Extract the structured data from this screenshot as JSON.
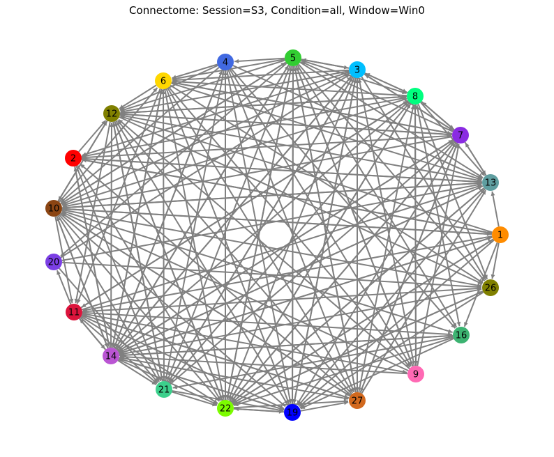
{
  "title": "Connectome: Session=S3, Condition=all, Window=Win0",
  "edge_color": "#808080",
  "nodes": [
    {
      "id": "1",
      "color": "#ff8c00"
    },
    {
      "id": "2",
      "color": "#ff0000"
    },
    {
      "id": "3",
      "color": "#00bfff"
    },
    {
      "id": "4",
      "color": "#4169e1"
    },
    {
      "id": "5",
      "color": "#32cd32"
    },
    {
      "id": "6",
      "color": "#ffd700"
    },
    {
      "id": "7",
      "color": "#8a2be2"
    },
    {
      "id": "8",
      "color": "#00ff7f"
    },
    {
      "id": "9",
      "color": "#ff69b4"
    },
    {
      "id": "10",
      "color": "#8b4513"
    },
    {
      "id": "11",
      "color": "#dc143c"
    },
    {
      "id": "12",
      "color": "#808000"
    },
    {
      "id": "13",
      "color": "#5f9ea0"
    },
    {
      "id": "14",
      "color": "#ba55d3"
    },
    {
      "id": "16",
      "color": "#3cb371"
    },
    {
      "id": "19",
      "color": "#0000ff"
    },
    {
      "id": "20",
      "color": "#7b3fe4"
    },
    {
      "id": "21",
      "color": "#3cd08c"
    },
    {
      "id": "22",
      "color": "#7cfc00"
    },
    {
      "id": "26",
      "color": "#808000"
    },
    {
      "id": "27",
      "color": "#d2691e"
    }
  ],
  "edges": [
    [
      "1",
      "13"
    ],
    [
      "1",
      "26"
    ],
    [
      "1",
      "16"
    ],
    [
      "1",
      "22"
    ],
    [
      "1",
      "19"
    ],
    [
      "1",
      "11"
    ],
    [
      "1",
      "10"
    ],
    [
      "1",
      "2"
    ],
    [
      "1",
      "14"
    ],
    [
      "1",
      "12"
    ],
    [
      "2",
      "12"
    ],
    [
      "2",
      "13"
    ],
    [
      "2",
      "7"
    ],
    [
      "2",
      "8"
    ],
    [
      "2",
      "21"
    ],
    [
      "2",
      "22"
    ],
    [
      "2",
      "14"
    ],
    [
      "2",
      "1"
    ],
    [
      "3",
      "5"
    ],
    [
      "3",
      "6"
    ],
    [
      "3",
      "8"
    ],
    [
      "3",
      "7"
    ],
    [
      "3",
      "12"
    ],
    [
      "3",
      "2"
    ],
    [
      "3",
      "10"
    ],
    [
      "3",
      "14"
    ],
    [
      "3",
      "21"
    ],
    [
      "3",
      "22"
    ],
    [
      "3",
      "19"
    ],
    [
      "3",
      "27"
    ],
    [
      "3",
      "26"
    ],
    [
      "4",
      "6"
    ],
    [
      "4",
      "12"
    ],
    [
      "4",
      "14"
    ],
    [
      "4",
      "21"
    ],
    [
      "4",
      "22"
    ],
    [
      "4",
      "19"
    ],
    [
      "4",
      "27"
    ],
    [
      "4",
      "9"
    ],
    [
      "4",
      "16"
    ],
    [
      "4",
      "13"
    ],
    [
      "4",
      "10"
    ],
    [
      "5",
      "4"
    ],
    [
      "5",
      "6"
    ],
    [
      "5",
      "3"
    ],
    [
      "5",
      "8"
    ],
    [
      "5",
      "12"
    ],
    [
      "5",
      "10"
    ],
    [
      "5",
      "20"
    ],
    [
      "5",
      "14"
    ],
    [
      "5",
      "21"
    ],
    [
      "5",
      "22"
    ],
    [
      "5",
      "19"
    ],
    [
      "5",
      "27"
    ],
    [
      "5",
      "9"
    ],
    [
      "5",
      "16"
    ],
    [
      "5",
      "26"
    ],
    [
      "5",
      "13"
    ],
    [
      "6",
      "12"
    ],
    [
      "6",
      "11"
    ],
    [
      "6",
      "14"
    ],
    [
      "6",
      "22"
    ],
    [
      "6",
      "19"
    ],
    [
      "6",
      "27"
    ],
    [
      "6",
      "9"
    ],
    [
      "6",
      "26"
    ],
    [
      "6",
      "13"
    ],
    [
      "6",
      "7"
    ],
    [
      "7",
      "8"
    ],
    [
      "7",
      "13"
    ],
    [
      "7",
      "3"
    ],
    [
      "7",
      "5"
    ],
    [
      "7",
      "6"
    ],
    [
      "7",
      "12"
    ],
    [
      "7",
      "10"
    ],
    [
      "7",
      "14"
    ],
    [
      "7",
      "22"
    ],
    [
      "7",
      "19"
    ],
    [
      "7",
      "27"
    ],
    [
      "8",
      "3"
    ],
    [
      "8",
      "7"
    ],
    [
      "8",
      "13"
    ],
    [
      "8",
      "26"
    ],
    [
      "8",
      "16"
    ],
    [
      "8",
      "9"
    ],
    [
      "8",
      "21"
    ],
    [
      "8",
      "22"
    ],
    [
      "8",
      "11"
    ],
    [
      "8",
      "10"
    ],
    [
      "8",
      "6"
    ],
    [
      "8",
      "12"
    ],
    [
      "10",
      "12"
    ],
    [
      "10",
      "6"
    ],
    [
      "10",
      "5"
    ],
    [
      "10",
      "13"
    ],
    [
      "10",
      "1"
    ],
    [
      "10",
      "26"
    ],
    [
      "10",
      "16"
    ],
    [
      "10",
      "27"
    ],
    [
      "10",
      "19"
    ],
    [
      "10",
      "22"
    ],
    [
      "10",
      "21"
    ],
    [
      "10",
      "14"
    ],
    [
      "10",
      "11"
    ],
    [
      "11",
      "20"
    ],
    [
      "11",
      "14"
    ],
    [
      "11",
      "21"
    ],
    [
      "11",
      "22"
    ],
    [
      "11",
      "19"
    ],
    [
      "11",
      "27"
    ],
    [
      "11",
      "9"
    ],
    [
      "11",
      "16"
    ],
    [
      "11",
      "26"
    ],
    [
      "11",
      "13"
    ],
    [
      "11",
      "8"
    ],
    [
      "12",
      "13"
    ],
    [
      "12",
      "7"
    ],
    [
      "12",
      "8"
    ],
    [
      "12",
      "26"
    ],
    [
      "12",
      "21"
    ],
    [
      "12",
      "22"
    ],
    [
      "12",
      "19"
    ],
    [
      "12",
      "11"
    ],
    [
      "12",
      "10"
    ],
    [
      "13",
      "7"
    ],
    [
      "13",
      "22"
    ],
    [
      "13",
      "19"
    ],
    [
      "13",
      "14"
    ],
    [
      "13",
      "10"
    ],
    [
      "13",
      "2"
    ],
    [
      "14",
      "21"
    ],
    [
      "14",
      "22"
    ],
    [
      "14",
      "19"
    ],
    [
      "14",
      "27"
    ],
    [
      "14",
      "16"
    ],
    [
      "14",
      "26"
    ],
    [
      "14",
      "1"
    ],
    [
      "14",
      "13"
    ],
    [
      "14",
      "7"
    ],
    [
      "14",
      "8"
    ],
    [
      "14",
      "3"
    ],
    [
      "14",
      "4"
    ],
    [
      "14",
      "5"
    ],
    [
      "14",
      "6"
    ],
    [
      "14",
      "12"
    ],
    [
      "14",
      "2"
    ],
    [
      "14",
      "10"
    ],
    [
      "14",
      "11"
    ],
    [
      "16",
      "19"
    ],
    [
      "16",
      "22"
    ],
    [
      "16",
      "21"
    ],
    [
      "16",
      "14"
    ],
    [
      "19",
      "22"
    ],
    [
      "19",
      "27"
    ],
    [
      "19",
      "14"
    ],
    [
      "19",
      "3"
    ],
    [
      "19",
      "5"
    ],
    [
      "20",
      "26"
    ],
    [
      "20",
      "13"
    ],
    [
      "20",
      "3"
    ],
    [
      "20",
      "21"
    ],
    [
      "21",
      "22"
    ],
    [
      "21",
      "19"
    ],
    [
      "21",
      "12"
    ],
    [
      "21",
      "6"
    ],
    [
      "21",
      "3"
    ],
    [
      "21",
      "7"
    ],
    [
      "22",
      "19"
    ],
    [
      "22",
      "27"
    ],
    [
      "22",
      "26"
    ],
    [
      "22",
      "12"
    ],
    [
      "22",
      "4"
    ],
    [
      "22",
      "5"
    ],
    [
      "22",
      "7"
    ],
    [
      "22",
      "8"
    ],
    [
      "22",
      "13"
    ],
    [
      "22",
      "1"
    ],
    [
      "26",
      "19"
    ],
    [
      "26",
      "22"
    ],
    [
      "27",
      "5"
    ],
    [
      "27",
      "3"
    ],
    [
      "27",
      "13"
    ],
    [
      "27",
      "7"
    ],
    [
      "27",
      "8"
    ],
    [
      "27",
      "2"
    ],
    [
      "27",
      "11"
    ],
    [
      "27",
      "12"
    ],
    [
      "27",
      "10"
    ],
    [
      "9",
      "5"
    ],
    [
      "9",
      "3"
    ],
    [
      "9",
      "7"
    ],
    [
      "9",
      "8"
    ],
    [
      "9",
      "12"
    ],
    [
      "9",
      "10"
    ],
    [
      "9",
      "14"
    ]
  ]
}
